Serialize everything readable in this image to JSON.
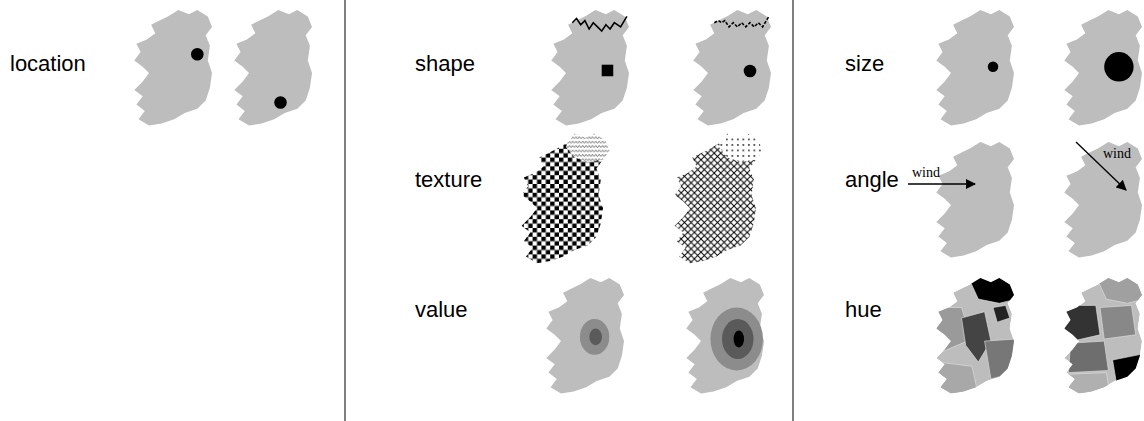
{
  "diagram": {
    "labels": [
      "location",
      "shape",
      "texture",
      "value",
      "size",
      "angle",
      "wind",
      "wind",
      "hue"
    ]
  }
}
